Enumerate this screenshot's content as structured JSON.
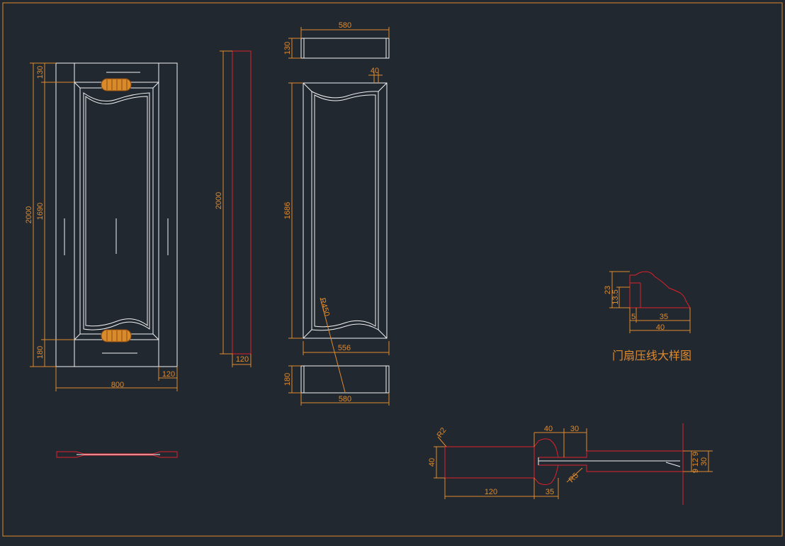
{
  "colors": {
    "background": "#212830",
    "border": "#e08a2c",
    "line": "#f2f2f2",
    "dimension": "#e08a2c",
    "profile": "#e0202a",
    "carving": "#d98a2a"
  },
  "door_front": {
    "height_total": "2000",
    "height_panel": "1690",
    "top_rail": "130",
    "bottom_rail": "180",
    "width": "800",
    "stile": "120"
  },
  "side_view": {
    "height": "2000",
    "thickness": "120"
  },
  "panel_parts": {
    "top_rail_width": "580",
    "top_rail_height": "130",
    "panel_gap": "40",
    "panel_height": "1686",
    "arc_radius": "R450",
    "panel_width": "556",
    "bottom_rail_height": "180",
    "bottom_rail_width": "580"
  },
  "molding_detail": {
    "title": "门扇压线大样图",
    "height": "23",
    "lip_height": "13.5",
    "offset": "5",
    "run": "35",
    "width": "40"
  },
  "section_detail": {
    "radius_outer": "R2",
    "thickness": "40",
    "stile_width": "120",
    "molding_top": "40",
    "groove_top": "30",
    "molding_bottom": "35",
    "radius_inner": "R5",
    "dim_9": "9",
    "dim_12": "12",
    "dim_9b": "9",
    "dim_30": "30"
  }
}
